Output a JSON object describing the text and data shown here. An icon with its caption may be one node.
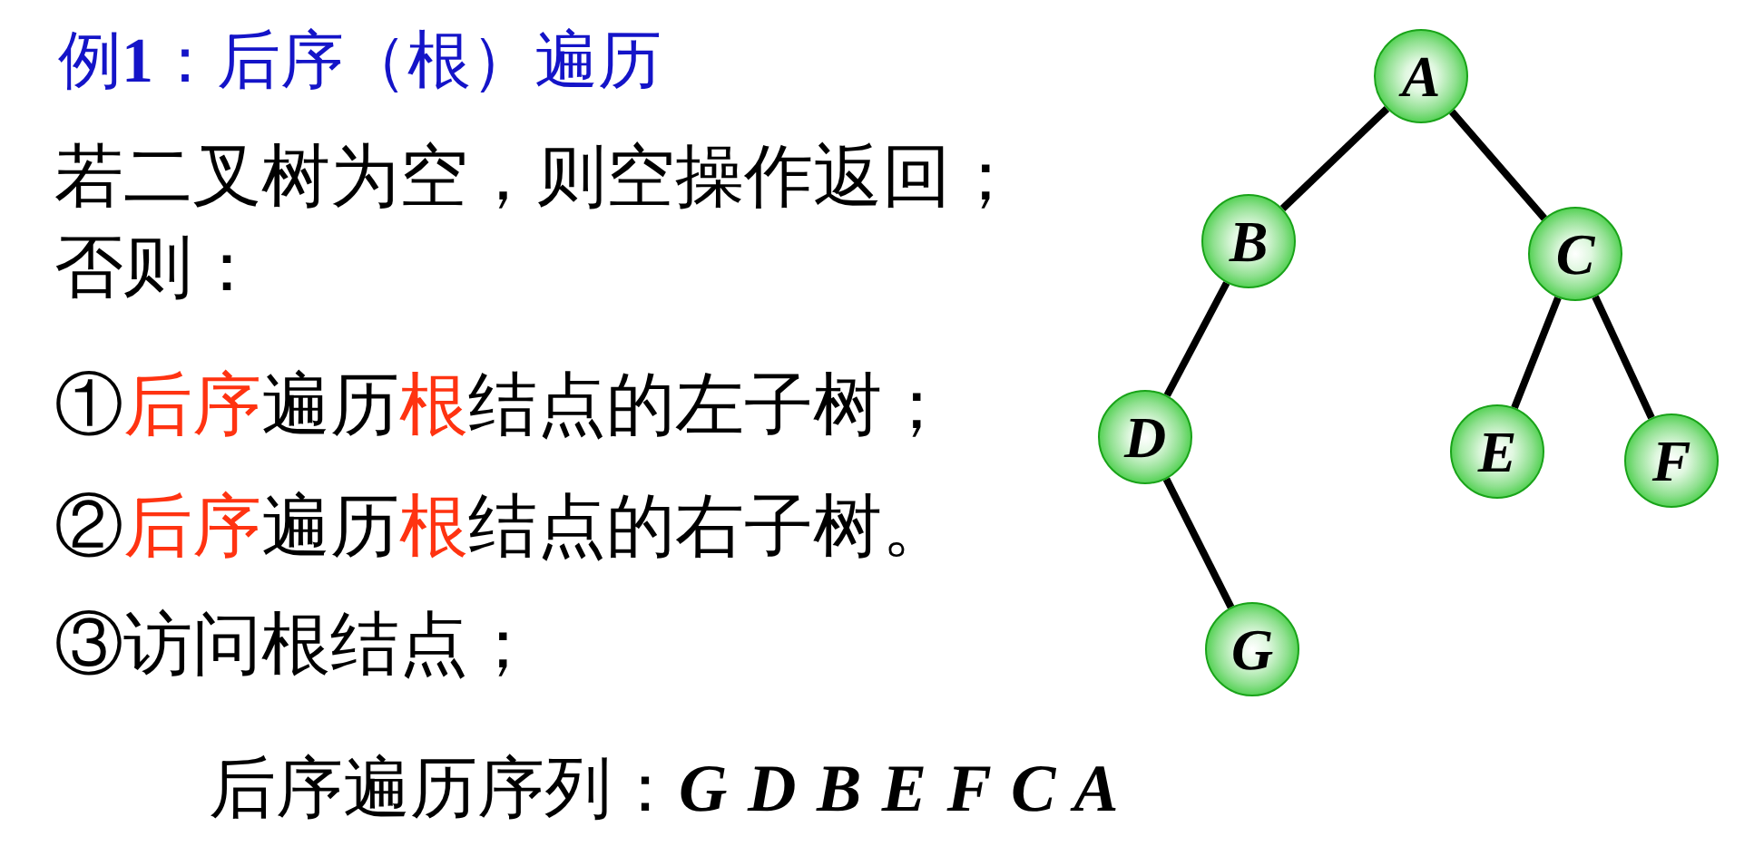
{
  "diagram": {
    "title": "例**1**：后序（根）遍历",
    "nodes": [
      {
        "text": [
          "A"
        ]
      },
      {
        "text": [
          "B"
        ]
      },
      {
        "text": [
          "C"
        ]
      },
      {
        "text": [
          "D"
        ]
      },
      {
        "text": [
          "E"
        ]
      },
      {
        "text": [
          "F"
        ]
      },
      {
        "text": [
          "G"
        ]
      }
    ],
    "edges": [
      {
        "from": 0,
        "to": 1,
        "arrow": "none"
      },
      {
        "from": 0,
        "to": 2,
        "arrow": "none"
      },
      {
        "from": 1,
        "to": 3,
        "arrow": "none"
      },
      {
        "from": 2,
        "to": 4,
        "arrow": "none"
      },
      {
        "from": 2,
        "to": 5,
        "arrow": "none"
      },
      {
        "from": 3,
        "to": 6,
        "arrow": "none"
      }
    ],
    "labels": [
      "若二叉树为空，则空操作返回；",
      "否则：",
      "①**后序**遍历**根**结点的左子树；",
      "②**后序**遍历**根**结点的右子树。",
      "③访问根结点；",
      "后序遍历序列：**G D B E F C A**"
    ]
  }
}
